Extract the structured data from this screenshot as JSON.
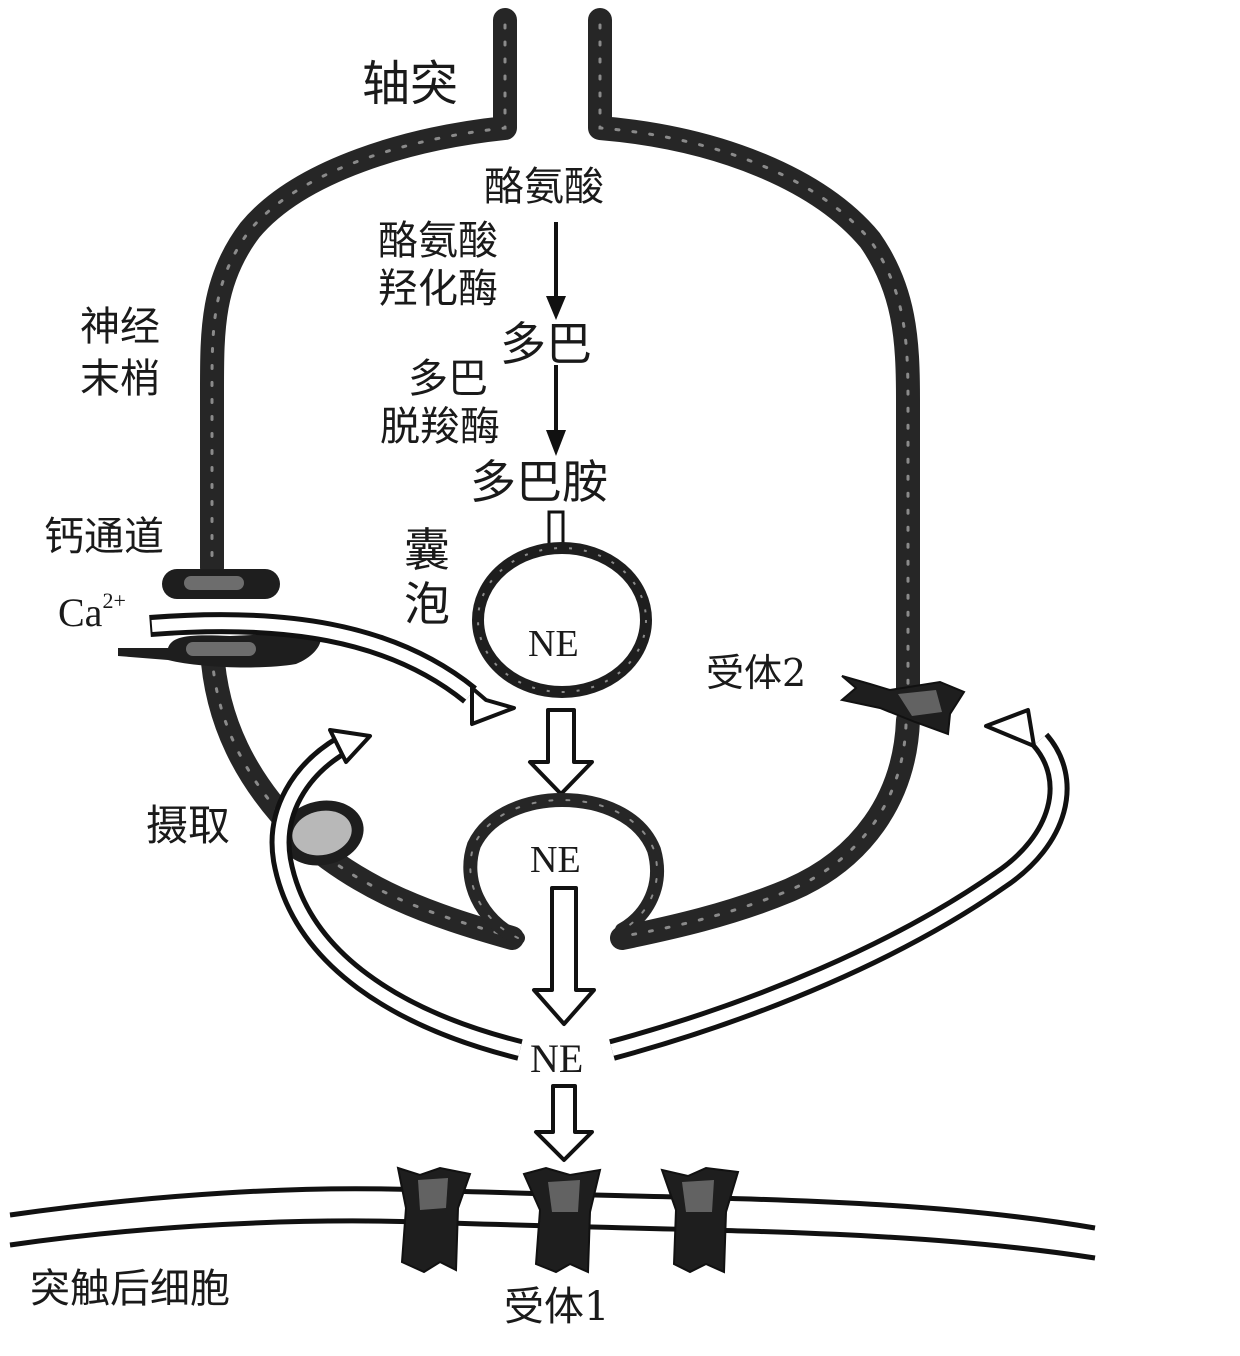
{
  "labels": {
    "axon": "轴突",
    "nerve_terminal_line1": "神经",
    "nerve_terminal_line2": "末梢",
    "calcium_channel": "钙通道",
    "calcium_ion": "Ca",
    "calcium_charge": "2+",
    "uptake": "摄取",
    "postsynaptic_cell": "突触后细胞",
    "receptor1": "受体1",
    "receptor2": "受体2",
    "vesicle_line1": "囊",
    "vesicle_line2": "泡"
  },
  "pathway": {
    "tyrosine": "酪氨酸",
    "enzyme1_line1": "酪氨酸",
    "enzyme1_line2": "羟化酶",
    "dopa": "多巴",
    "enzyme2_line1": "多巴",
    "enzyme2_line2": "脱羧酶",
    "dopamine": "多巴胺"
  },
  "ne": {
    "in_vesicle": "NE",
    "released": "NE",
    "in_cleft": "NE"
  },
  "colors": {
    "membrane": "#262626",
    "arrow_outline": "#111111",
    "background": "#ffffff"
  }
}
